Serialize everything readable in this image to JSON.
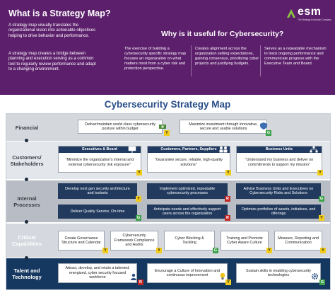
{
  "colors": {
    "banner": "#5c1f6b",
    "title_blue": "#2a4f88",
    "box_dark": "#213a5e",
    "status_yellow": "#f2cc1a",
    "status_green": "#3ea24a",
    "status_red": "#c62828"
  },
  "brand": {
    "logo_text": "esm",
    "tagline": "The Strategy Execution Company"
  },
  "intro": {
    "title": "What is a Strategy Map?",
    "paragraph_1": "A strategy map visually translates the organizational vision into actionable objectives helping to drive behavior and performance.",
    "paragraph_2": "A strategy map creates a bridge between planning and execution serving as a common tool to regularly review performance and adapt to a changing environment."
  },
  "why": {
    "title": "Why is it useful for Cybersecurity?",
    "points": [
      "The exercise of building a cybersecurity specific strategy map focuses an organization on what matters most from a cyber risk and protection perspective.",
      "Creates alignment across the organization setting expectations, gaining consensus, prioritizing cyber projects and justifying budgets.",
      "Serves as a repeatable mechanism to track ongoing performance and communicate progress with the Executive Team and Board."
    ]
  },
  "map": {
    "title": "Cybersecurity Strategy Map",
    "rows": {
      "financial": "Financial",
      "customers": "Customers/ Stakeholders",
      "internal": "Internal Processes",
      "critical": "Critical Capabilities",
      "talent": "Talent and Technology"
    },
    "financial": [
      {
        "text": "Deliver/maintain world class cybersecurity posture within budget",
        "icon": "money-icon",
        "status": "Y"
      },
      {
        "text": "Maximize investment through innovative, secure and usable solutions",
        "icon": "shield-icon",
        "status": "G"
      }
    ],
    "customers": [
      {
        "header": "Executives & Board",
        "text": "\"Minimize the organization's internal and external cybersecurity risk exposure\"",
        "icon": "presentation-icon",
        "status": "Y"
      },
      {
        "header": "Customers, Partners, Suppliers",
        "text": "\"Guarantee secure, reliable, high-quality solutions\"",
        "icon": "people-icon",
        "status": "Y"
      },
      {
        "header": "Business Units",
        "text": "\"Understand my business and deliver on commitments to support my mission\"",
        "icon": "org-chart-icon",
        "status": "Y"
      }
    ],
    "internal": [
      {
        "text": "Develop next gen security architecture and toolsets",
        "status": "Y"
      },
      {
        "text": "Implement optimized, repeatable cybersecurity processes",
        "status": "R"
      },
      {
        "text": "Advise Business Units and Executives on Cybersecurity Risks and Solutions",
        "status": "G"
      },
      {
        "text": "Deliver Quality Service, On-time",
        "status": "G"
      },
      {
        "text": "Anticipate needs and effectively support users across the organization",
        "status": "R"
      },
      {
        "text": "Optimize portfolios of assets, initiatives, and offerings",
        "status": "Y"
      }
    ],
    "critical": [
      {
        "text": "Create Governance Structure and Calendar",
        "status": "Y"
      },
      {
        "text": "Cybersecurity Framework Compliance and Audits",
        "status": "Y"
      },
      {
        "text": "Cyber Blocking & Tackling",
        "status": "G"
      },
      {
        "text": "Training and Promote Cyber Aware Culture",
        "status": "Y"
      },
      {
        "text": "Measure, Reporting and Communication",
        "status": "Y"
      }
    ],
    "talent": [
      {
        "text": "Attract, develop, and retain a talented, energized, cyber security focused workforce",
        "icon": "person-icon",
        "status": "R"
      },
      {
        "text": "Encourage a Culture of Innovation and continuous improvement",
        "icon": "lightbulb-icon",
        "status": "Y"
      },
      {
        "text": "Sustain skills in enabling cybersecurity technologies",
        "icon": "gear-icon",
        "status": "G"
      }
    ]
  }
}
